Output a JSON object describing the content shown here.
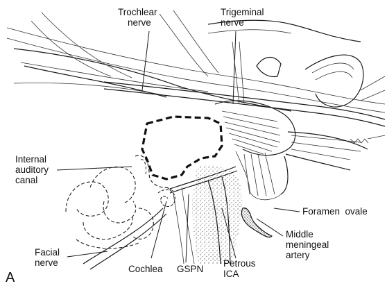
{
  "figure": {
    "panel_letter": "A",
    "labels": {
      "trochlear": [
        "Trochlear",
        "nerve"
      ],
      "trigeminal": [
        "Trigeminal",
        "nerve"
      ],
      "internal_auditory": [
        "Internal",
        "auditory",
        "canal"
      ],
      "foramen_ovale": "Foramen  ovale",
      "middle_meningeal": [
        "Middle",
        "meningeal",
        "artery"
      ],
      "facial": [
        "Facial",
        "nerve"
      ],
      "cochlea": "Cochlea",
      "gspn": "GSPN",
      "petrous_ica": [
        "Petrous",
        "ICA"
      ]
    }
  }
}
